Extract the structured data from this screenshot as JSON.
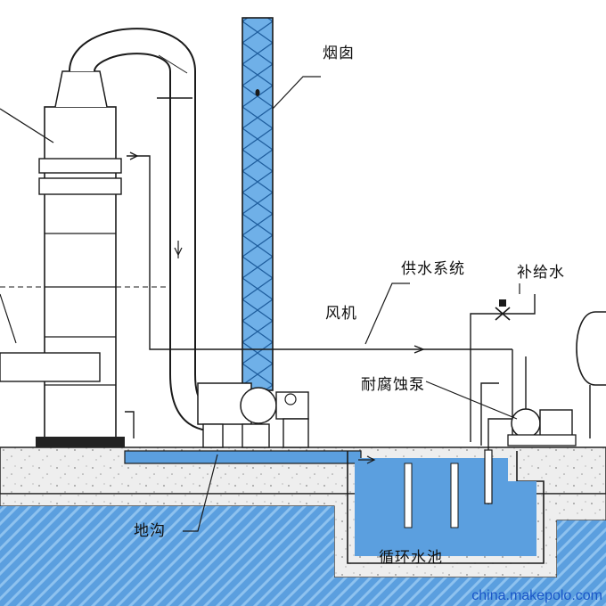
{
  "labels": {
    "chimney": "烟囱",
    "water_supply": "供水系统",
    "makeup_water": "补给水",
    "fan": "风机",
    "pump": "耐腐蚀泵",
    "trench": "地沟",
    "pool": "循环水池"
  },
  "watermark": "china.makepolo.com",
  "colors": {
    "water": "#5b9fdf",
    "water_light": "#8ec2ef",
    "chimney_fill": "#6fb0e8",
    "ground": "#eeeeee",
    "line": "#1a1a1a"
  }
}
